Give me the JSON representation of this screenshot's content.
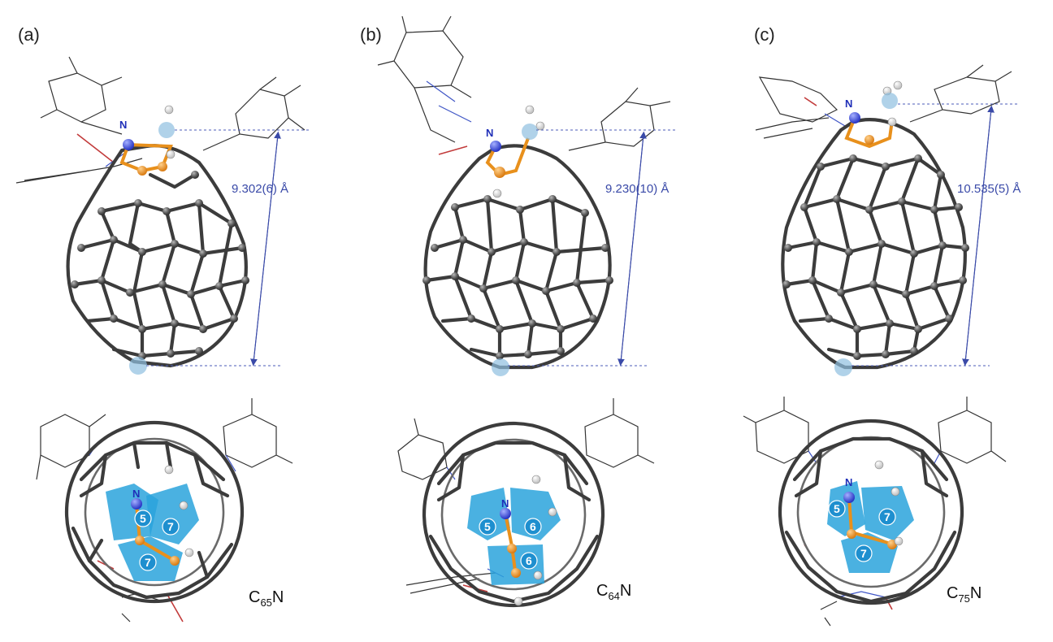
{
  "panels": [
    {
      "label": "(a)",
      "distance": "9.302(6) Å",
      "nitrogen_label": "N",
      "rings": [
        "5",
        "7",
        "7"
      ],
      "formula": {
        "base": "C",
        "sub": "65",
        "tail": "N"
      }
    },
    {
      "label": "(b)",
      "distance": "9.230(10) Å",
      "nitrogen_label": "N",
      "rings": [
        "5",
        "6",
        "6"
      ],
      "formula": {
        "base": "C",
        "sub": "64",
        "tail": "N"
      }
    },
    {
      "label": "(c)",
      "distance": "10.535(5) Å",
      "nitrogen_label": "N",
      "rings": [
        "5",
        "7",
        "7"
      ],
      "formula": {
        "base": "C",
        "sub": "75",
        "tail": "N"
      }
    }
  ],
  "colors": {
    "carbon": "#5a5a5a",
    "nitrogen": "#3b48d8",
    "phosphorus": "#e8901c",
    "hydrogen": "#ffffff",
    "oxygen": "#c83030",
    "ring_highlight": "#2aa3dc",
    "marker": "#8fbfe0",
    "annotation": "#3a4aa8"
  }
}
